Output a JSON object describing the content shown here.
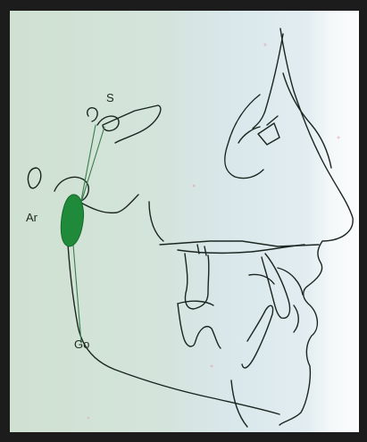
{
  "figure": {
    "labels": {
      "sella": "S",
      "articulare": "Ar",
      "gonion": "Go"
    },
    "colors": {
      "frame": "#1c1c1c",
      "bg_left": "#cfe1d1",
      "bg_mid": "#d9e6ea",
      "bg_right": "#f2f6f8",
      "tracing": "#1b2620",
      "highlight": "#1f8a3a"
    }
  }
}
